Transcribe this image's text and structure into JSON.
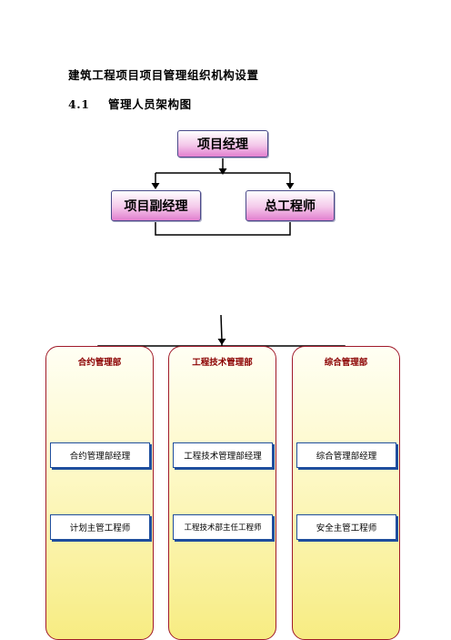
{
  "document": {
    "title": "建筑工程项目项目管理组织机构设置",
    "section_number": "4.1",
    "section_title": "管理人员架构图"
  },
  "org_chart": {
    "top": "项目经理",
    "second_level": [
      "项目副经理",
      "总工程师"
    ],
    "departments": [
      {
        "name": "合约管理部",
        "roles": [
          "合约管理部经理",
          "计划主管工程师"
        ]
      },
      {
        "name": "工程技术管理部",
        "roles": [
          "工程技术管理部经理",
          "工程技术部主任工程师"
        ]
      },
      {
        "name": "综合管理部",
        "roles": [
          "综合管理部经理",
          "安全主管工程师"
        ]
      }
    ]
  },
  "colors": {
    "leader_box_fill": "#e27fcf",
    "department_fill": "#f7ec82",
    "department_border": "#a01a2a",
    "department_title": "#8b0000",
    "role_border": "#1f4e9e"
  }
}
